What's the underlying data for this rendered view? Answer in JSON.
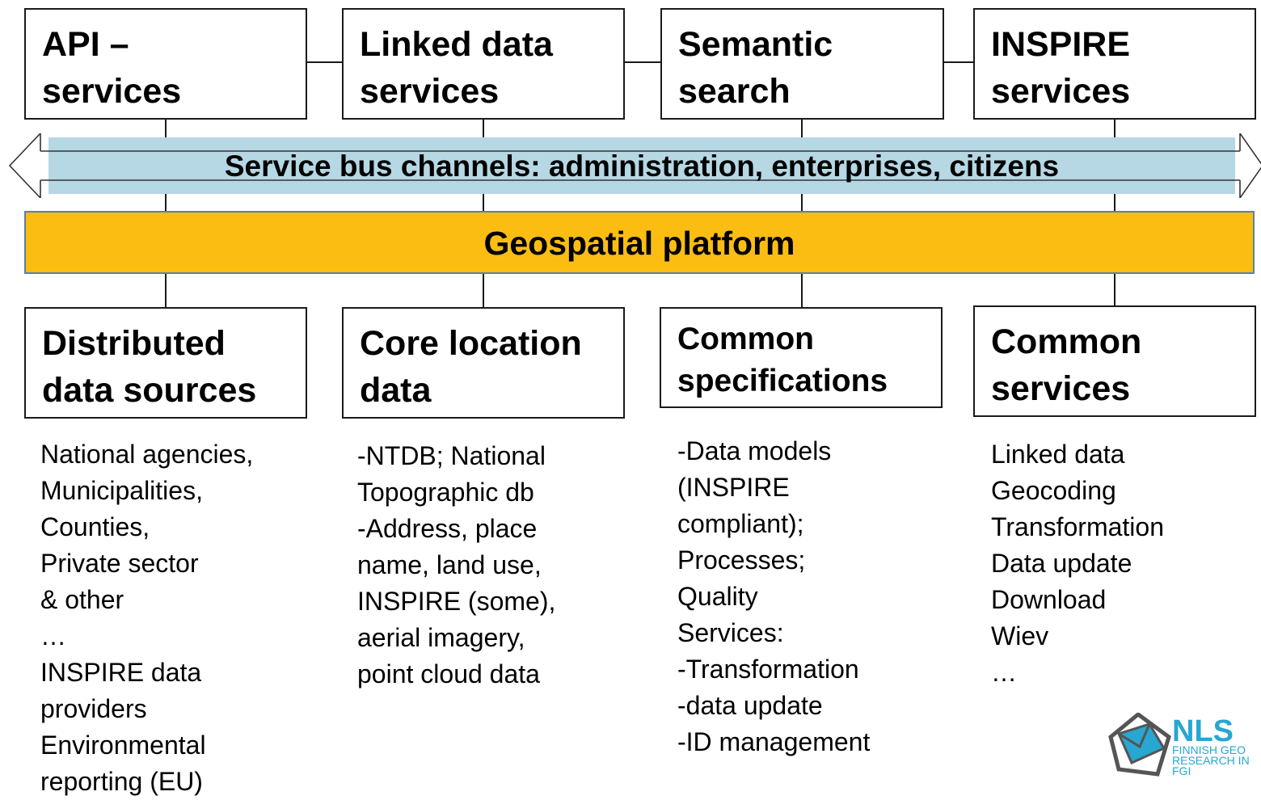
{
  "top_boxes": [
    {
      "lines": [
        "API –",
        "services"
      ]
    },
    {
      "lines": [
        "Linked data",
        "services"
      ]
    },
    {
      "lines": [
        "Semantic",
        "search"
      ]
    },
    {
      "lines": [
        "INSPIRE",
        "services"
      ]
    }
  ],
  "bus": {
    "label": "Service bus channels: administration, enterprises, citizens",
    "color": "#b6d7e4"
  },
  "platform": {
    "label": "Geospatial platform",
    "color": "#fbbd12"
  },
  "bottom_boxes": [
    {
      "lines": [
        "Distributed",
        "data sources"
      ]
    },
    {
      "lines": [
        "Core location",
        "data"
      ]
    },
    {
      "lines": [
        "Common",
        "specifications"
      ]
    },
    {
      "lines": [
        "Common",
        "services"
      ]
    }
  ],
  "lists": [
    {
      "lines": [
        "National agencies,",
        "Municipalities,",
        "Counties,",
        "Private sector",
        "& other",
        "…",
        "INSPIRE data",
        "providers",
        "Environmental",
        "reporting (EU)"
      ]
    },
    {
      "lines": [
        "-NTDB; National",
        "Topographic db",
        "-Address, place",
        "name, land use,",
        "INSPIRE (some),",
        "aerial imagery,",
        "point cloud data"
      ]
    },
    {
      "lines": [
        "-Data models",
        "(INSPIRE",
        "compliant);",
        "Processes;",
        "Quality",
        "Services:",
        "-Transformation",
        "-data update",
        "-ID management"
      ]
    },
    {
      "lines": [
        "Linked data",
        "Geocoding",
        "Transformation",
        "Data update",
        "Download",
        "Wiev",
        "…"
      ]
    }
  ],
  "logo": {
    "abbr": "NLS",
    "line1": "FINNISH GEO",
    "line2": "RESEARCH IN",
    "line3": "FGI",
    "color": "#27a7d1"
  }
}
